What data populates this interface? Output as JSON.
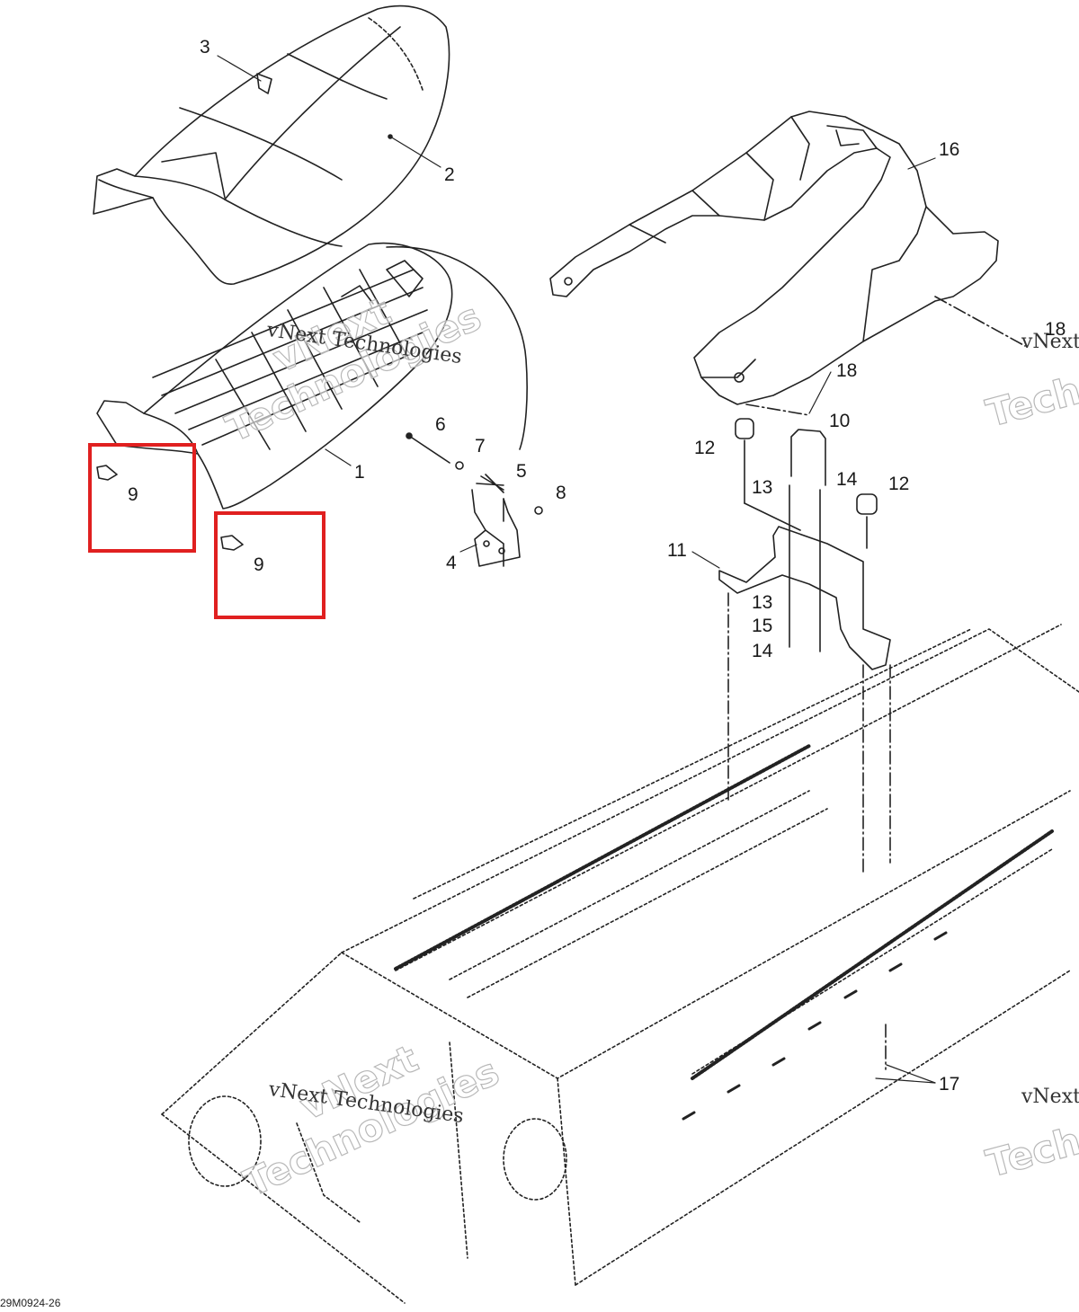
{
  "diagram": {
    "code": "29M0924-26",
    "watermark_serif": "vNext Technologies",
    "watermark_outline_1": "vNext",
    "watermark_outline_2": "Technologies",
    "watermark_partial_serif": "vNext",
    "watermark_partial_outline": "Techr",
    "highlight_color": "#e02020",
    "callouts": [
      "1",
      "2",
      "3",
      "4",
      "5",
      "6",
      "7",
      "8",
      "9",
      "9",
      "10",
      "11",
      "12",
      "12",
      "13",
      "13",
      "14",
      "14",
      "15",
      "16",
      "17",
      "18",
      "18"
    ]
  }
}
